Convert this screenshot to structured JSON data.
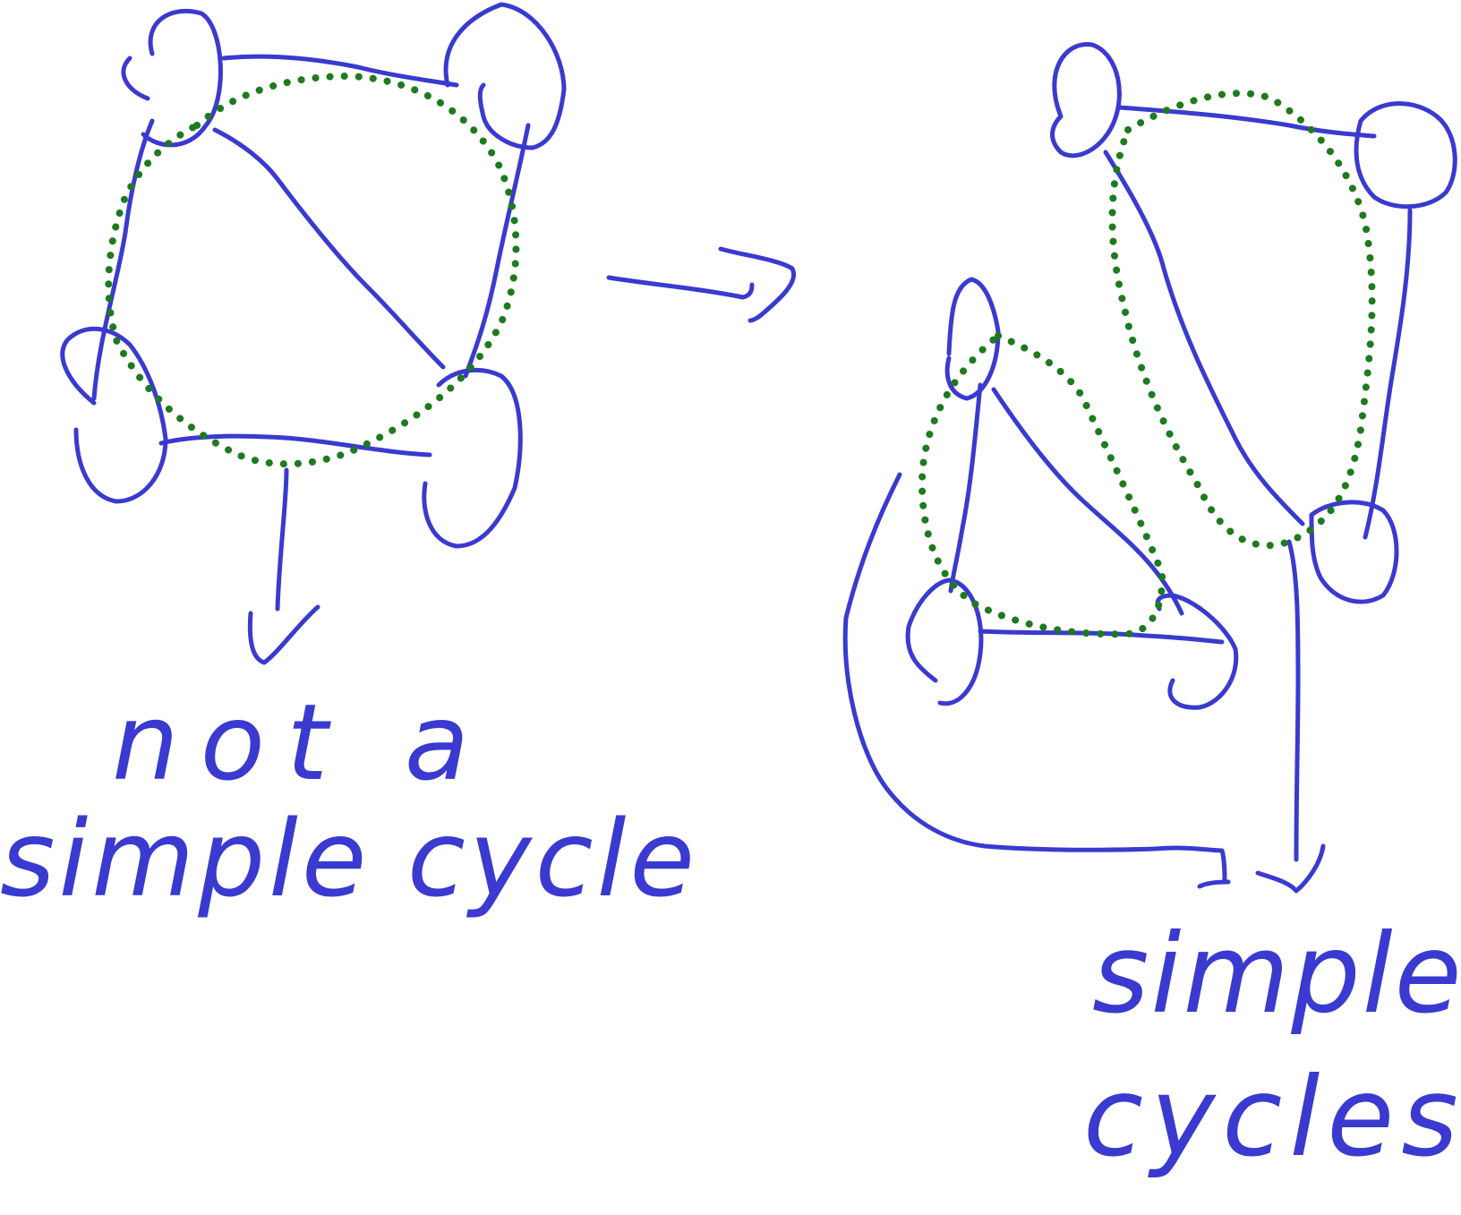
{
  "left_diagram": {
    "label_line1": "not a",
    "label_line2": "simple cycle"
  },
  "right_diagram": {
    "label_line1": "simple",
    "label_line2": "cycles"
  },
  "colors": {
    "ink": "#3a3ad0",
    "highlight": "#1e7a1e",
    "background": "#ffffff"
  }
}
